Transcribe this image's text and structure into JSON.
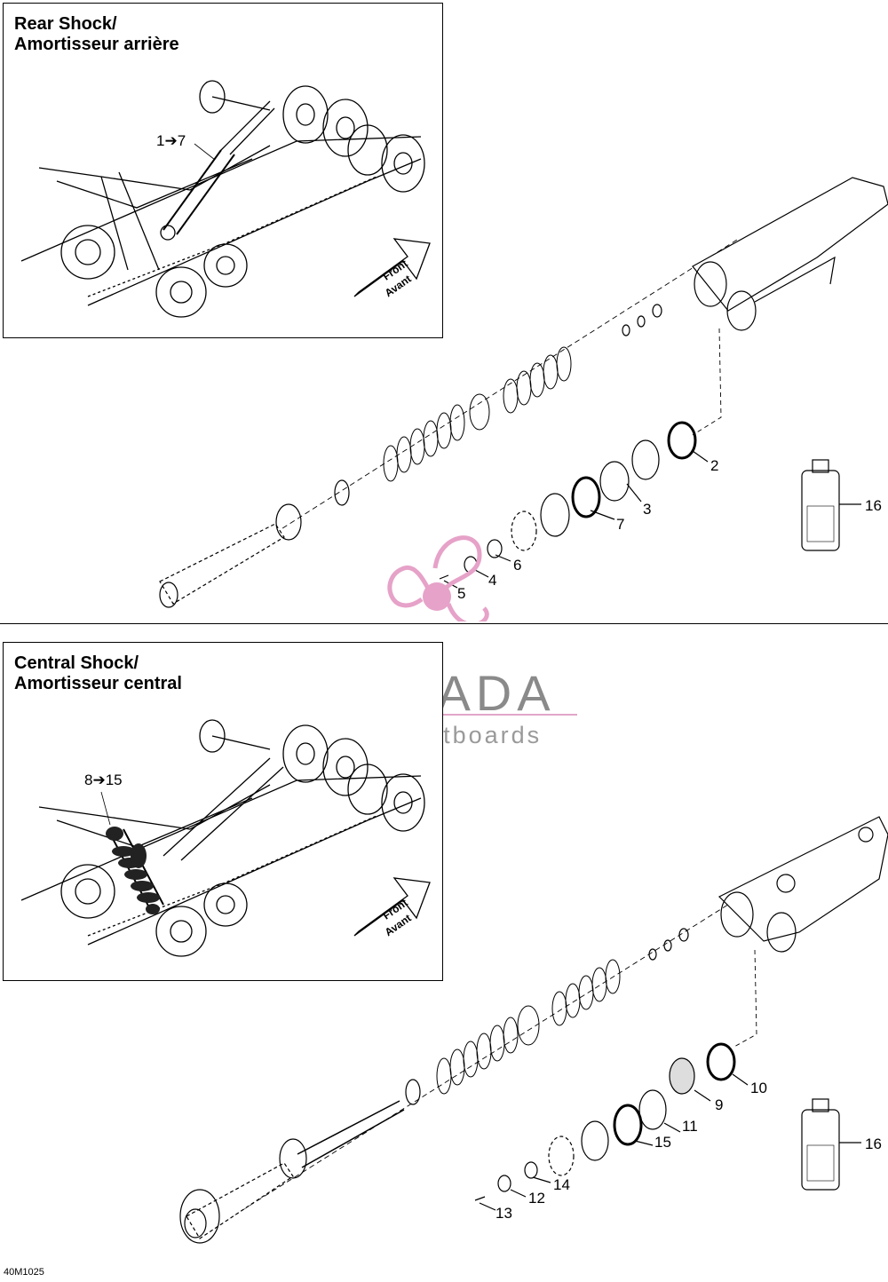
{
  "rear": {
    "title": "Rear Shock/\nAmortisseur arrière",
    "ref": "1➔7",
    "front": "Front",
    "avant": "Avant",
    "callouts": {
      "c2": "2",
      "c3": "3",
      "c4": "4",
      "c5": "5",
      "c6": "6",
      "c7": "7",
      "c16": "16"
    }
  },
  "central": {
    "title": "Central Shock/\nAmortisseur central",
    "ref": "8➔15",
    "front": "Front",
    "avant": "Avant",
    "callouts": {
      "c9": "9",
      "c10": "10",
      "c11": "11",
      "c12": "12",
      "c13": "13",
      "c14": "14",
      "c15": "15",
      "c16": "16"
    }
  },
  "watermark": {
    "name": "ARMADA",
    "tagline": "marine outboards"
  },
  "diagram_code": "40M1025",
  "colors": {
    "watermark_pink": "#e6a2c8",
    "watermark_gray": "#8a8a8a"
  }
}
